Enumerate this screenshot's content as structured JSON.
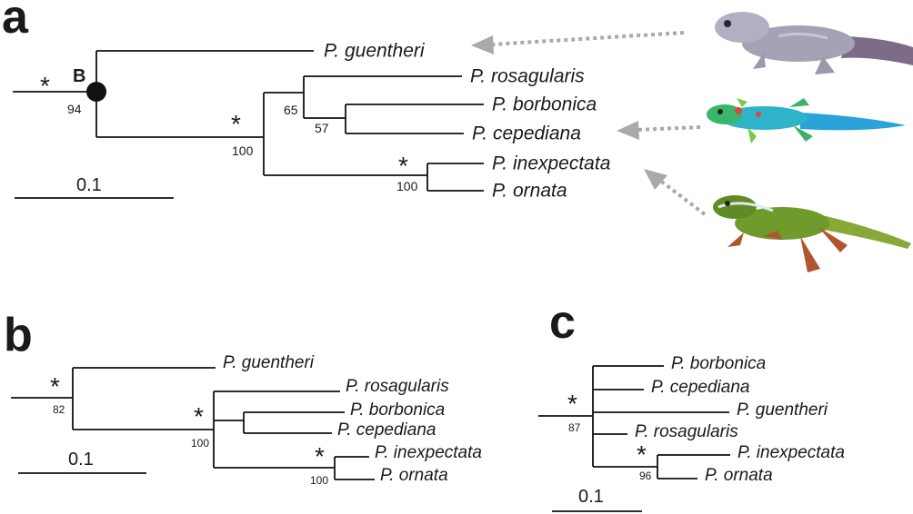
{
  "panels": {
    "a": {
      "letter": "a",
      "taxa": [
        "P. guentheri",
        "P. rosagularis",
        "P. borbonica",
        "P. cepediana",
        "P. inexpectata",
        "P. ornata"
      ],
      "node_label": "B",
      "supports": [
        "94",
        "100",
        "65",
        "57",
        "100"
      ],
      "asterisk": "*",
      "scale": "0.1"
    },
    "b": {
      "letter": "b",
      "taxa": [
        "P. guentheri",
        "P. rosagularis",
        "P. borbonica",
        "P. cepediana",
        "P. inexpectata",
        "P. ornata"
      ],
      "supports": [
        "82",
        "100",
        "100"
      ],
      "asterisk": "*",
      "scale": "0.1"
    },
    "c": {
      "letter": "c",
      "taxa": [
        "P. borbonica",
        "P. cepediana",
        "P. guentheri",
        "P. rosagularis",
        "P. inexpectata",
        "P. ornata"
      ],
      "supports": [
        "87",
        "96"
      ],
      "asterisk": "*",
      "scale": "0.1"
    }
  },
  "photos": [
    {
      "name": "grey-gecko-photo",
      "body": "#a6a2b6",
      "tail": "#7c6c88",
      "accent": "#c9c4d6"
    },
    {
      "name": "blue-green-gecko-photo",
      "body": "#2fb3c8",
      "tail": "#2aa3d8",
      "accent": "#7ac84a"
    },
    {
      "name": "green-striped-gecko-photo",
      "body": "#6f9a2c",
      "tail": "#8aa838",
      "accent": "#b0552e"
    }
  ]
}
